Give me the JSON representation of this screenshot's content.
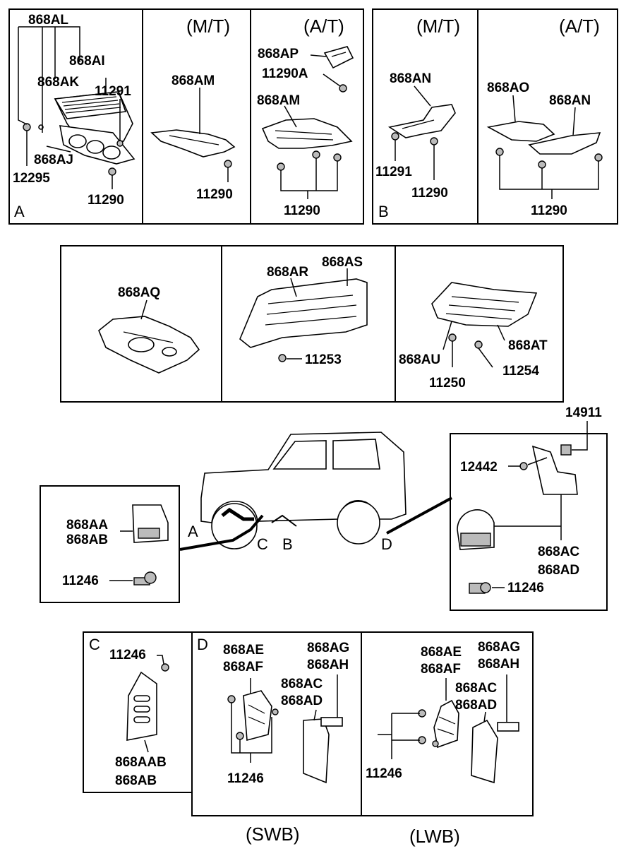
{
  "panels": {
    "a": {
      "corner": "A",
      "variant_mt": "(M/T)",
      "variant_at": "(A/T)",
      "labels": [
        "868AL",
        "868AI",
        "868AK",
        "11291",
        "868AJ",
        "12295",
        "11290",
        "868AM",
        "11290",
        "868AP",
        "11290A",
        "868AM",
        "11290"
      ]
    },
    "b": {
      "corner": "B",
      "variant_mt": "(M/T)",
      "variant_at": "(A/T)",
      "labels": [
        "868AN",
        "11291",
        "11290",
        "868AO",
        "868AN",
        "11290"
      ]
    },
    "middle": {
      "labels": [
        "868AQ",
        "868AR",
        "868AS",
        "11253",
        "868AT",
        "868AU",
        "11254",
        "11250"
      ]
    },
    "vehicle": {
      "labels": [
        "14911",
        "12442",
        "868AA",
        "868AB",
        "11246",
        "868AC",
        "868AD",
        "11246"
      ],
      "markers": [
        "A",
        "C",
        "B",
        "D"
      ]
    },
    "c": {
      "corner": "C",
      "labels": [
        "11246",
        "868AAB",
        "868AB"
      ]
    },
    "d": {
      "corner": "D",
      "variant_swb": "(SWB)",
      "variant_lwb": "(LWB)",
      "labels": [
        "868AE",
        "868AF",
        "868AG",
        "868AH",
        "868AC",
        "868AD",
        "11246",
        "868AE",
        "868AF",
        "868AG",
        "868AH",
        "868AC",
        "868AD",
        "11246"
      ]
    }
  },
  "colors": {
    "line": "#000000",
    "background": "#ffffff",
    "shade": "#bbbbbb"
  }
}
